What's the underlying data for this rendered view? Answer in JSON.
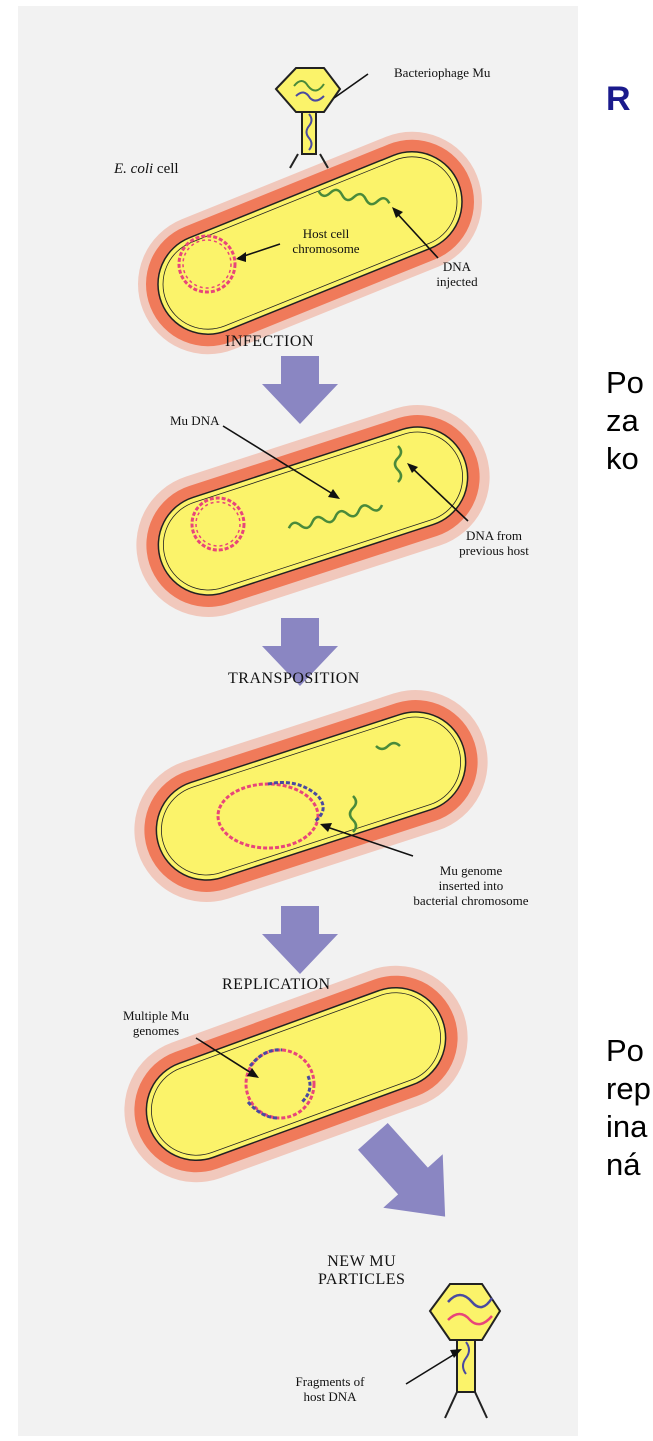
{
  "slide": {
    "title": "R",
    "text_block_1": [
      "Po",
      "za",
      "ko"
    ],
    "text_block_2": [
      "Po",
      "rep",
      "ina",
      "ná"
    ]
  },
  "figure": {
    "labels": {
      "phage": "Bacteriophage Mu",
      "ecoli_italic": "E. coli",
      "ecoli_rest": " cell",
      "host_chromosome": [
        "Host cell",
        "chromosome"
      ],
      "dna_injected": [
        "DNA",
        "injected"
      ],
      "mu_dna": "Mu DNA",
      "dna_previous": [
        "DNA from",
        "previous host"
      ],
      "mu_inserted": [
        "Mu genome",
        "inserted into",
        "bacterial chromosome"
      ],
      "multiple_mu": [
        "Multiple Mu",
        "genomes"
      ],
      "fragments": [
        "Fragments of",
        "host DNA"
      ]
    },
    "stages": {
      "infection": "INFECTION",
      "transposition": "TRANSPOSITION",
      "replication": "REPLICATION",
      "new_mu": [
        "NEW MU",
        "PARTICLES"
      ]
    },
    "colors": {
      "cell_fill": "#fbf36a",
      "cell_halo": "#f07a5a",
      "chromosome": "#e8457a",
      "mu_dna": "#4a8a3a",
      "mu_genome": "#4a4aa0",
      "arrow": "#8a86c2"
    }
  }
}
